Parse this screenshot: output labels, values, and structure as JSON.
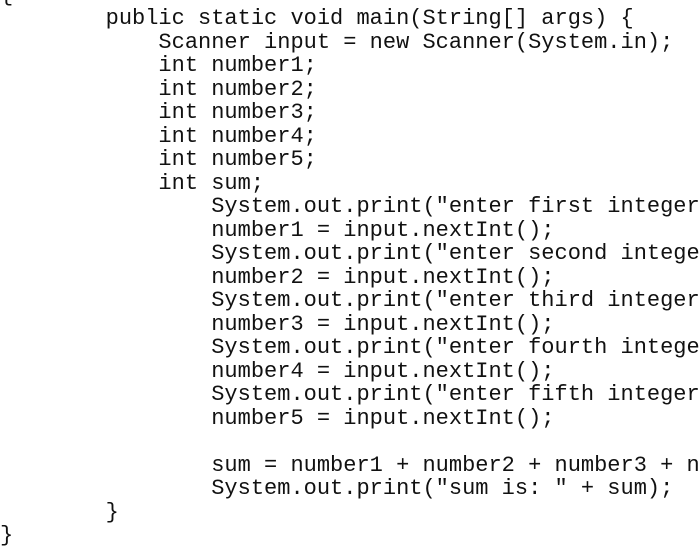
{
  "code": {
    "lines": [
      "{",
      "        public static void main(String[] args) {",
      "            Scanner input = new Scanner(System.in);",
      "            int number1;",
      "            int number2;",
      "            int number3;",
      "            int number4;",
      "            int number5;",
      "            int sum;",
      "                System.out.print(\"enter first integer",
      "                number1 = input.nextInt();",
      "                System.out.print(\"enter second intege",
      "                number2 = input.nextInt();",
      "                System.out.print(\"enter third integer",
      "                number3 = input.nextInt();",
      "                System.out.print(\"enter fourth intege",
      "                number4 = input.nextInt();",
      "                System.out.print(\"enter fifth integer",
      "                number5 = input.nextInt();",
      "",
      "                sum = number1 + number2 + number3 + n",
      "                System.out.print(\"sum is: \" + sum);",
      "        }",
      "}"
    ]
  }
}
